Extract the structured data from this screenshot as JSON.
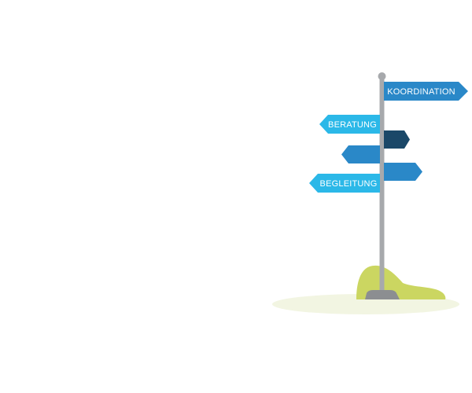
{
  "signpost": {
    "signs": [
      {
        "label": "KOORDINATION",
        "direction": "right",
        "color": "#2a88c8"
      },
      {
        "label": "BERATUNG",
        "direction": "left",
        "color": "#2bb8e8"
      },
      {
        "label": "",
        "direction": "right",
        "color": "#1b4868"
      },
      {
        "label": "",
        "direction": "left",
        "color": "#2a88c8"
      },
      {
        "label": "",
        "direction": "right",
        "color": "#2a88c8"
      },
      {
        "label": "BEGLEITUNG",
        "direction": "left",
        "color": "#2bb8e8"
      }
    ],
    "colors": {
      "pole": "#a7a9ac",
      "pole_base": "#8c8e91",
      "hill": "#cbd661",
      "ground": "#f2f5e2",
      "text": "#ffffff"
    }
  }
}
